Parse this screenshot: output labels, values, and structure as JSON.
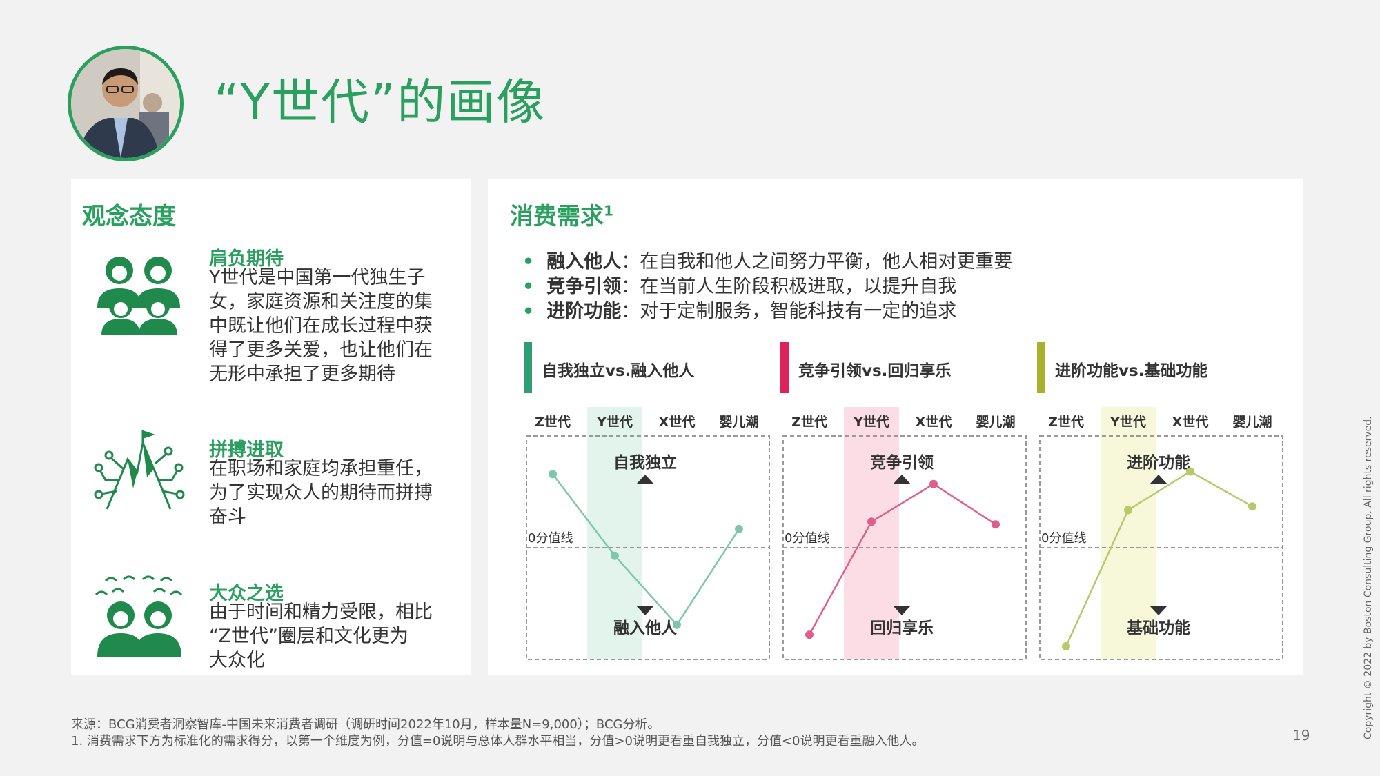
{
  "page": {
    "title": "“Y世代”的画像",
    "page_number": "19",
    "copyright": "Copyright © 2022 by Boston Consulting Group. All rights reserved."
  },
  "attitude": {
    "heading": "观念态度",
    "items": [
      {
        "title": "肩负期待",
        "icon": "family-group-icon",
        "lines": [
          "Y世代是中国第一代独生子",
          "女，家庭资源和关注度的集",
          "中既让他们在成长过程中获",
          "得了更多关爱，也让他们在",
          "无形中承担了更多期待"
        ]
      },
      {
        "title": "拼搏进取",
        "icon": "mountain-flag-icon",
        "lines": [
          "在职场和家庭均承担重任，",
          "为了实现众人的期待而拼搏",
          "奋斗"
        ]
      },
      {
        "title": "大众之选",
        "icon": "crowd-icon",
        "lines": [
          "由于时间和精力受限，相比",
          "“Z世代”圈层和文化更为",
          "大众化"
        ]
      }
    ]
  },
  "consumption": {
    "heading": "消费需求",
    "heading_sup": "1",
    "bullets": [
      {
        "term": "融入他人",
        "text": "：在自我和他人之间努力平衡，他人相对更重要"
      },
      {
        "term": "竞争引领",
        "text": "：在当前人生阶段积极进取，以提升自我"
      },
      {
        "term": "进阶功能",
        "text": "：对于定制服务，智能科技有一定的追求"
      }
    ]
  },
  "chart_data": [
    {
      "type": "line",
      "title": "自我独立vs.融入他人",
      "categories": [
        "Z世代",
        "Y世代",
        "X世代",
        "婴儿潮"
      ],
      "highlight_category": "Y世代",
      "top_label": "自我独立",
      "bottom_label": "融入他人",
      "zero_label": "0分值线",
      "ylim": [
        -1,
        1
      ],
      "values": [
        0.82,
        -0.09,
        -0.86,
        0.21
      ],
      "color": "#7fc7ab",
      "accent_color": "#2e9e74",
      "highlight_color": "#e3f4ec"
    },
    {
      "type": "line",
      "title": "竞争引领vs.回归享乐",
      "categories": [
        "Z世代",
        "Y世代",
        "X世代",
        "婴儿潮"
      ],
      "highlight_category": "Y世代",
      "top_label": "竞争引领",
      "bottom_label": "回归享乐",
      "zero_label": "0分值线",
      "ylim": [
        -1,
        1
      ],
      "values": [
        -0.97,
        0.29,
        0.71,
        0.26
      ],
      "color": "#e05f8a",
      "accent_color": "#e0215a",
      "highlight_color": "#fcdde6"
    },
    {
      "type": "line",
      "title": "进阶功能vs.基础功能",
      "categories": [
        "Z世代",
        "Y世代",
        "X世代",
        "婴儿潮"
      ],
      "highlight_category": "Y世代",
      "top_label": "进阶功能",
      "bottom_label": "基础功能",
      "zero_label": "0分值线",
      "ylim": [
        -1,
        1
      ],
      "values": [
        -1.1,
        0.42,
        0.85,
        0.46
      ],
      "color": "#b9c969",
      "accent_color": "#a8b22a",
      "highlight_color": "#f6f8d9"
    }
  ],
  "footnotes": [
    "来源：BCG消费者洞察智库-中国未来消费者调研（调研时间2022年10月，样本量N=9,000）；BCG分析。",
    "1. 消费需求下方为标准化的需求得分，以第一个维度为例，分值=0说明与总体人群水平相当，分值>0说明更看重自我独立，分值<0说明更看重融入他人。"
  ]
}
